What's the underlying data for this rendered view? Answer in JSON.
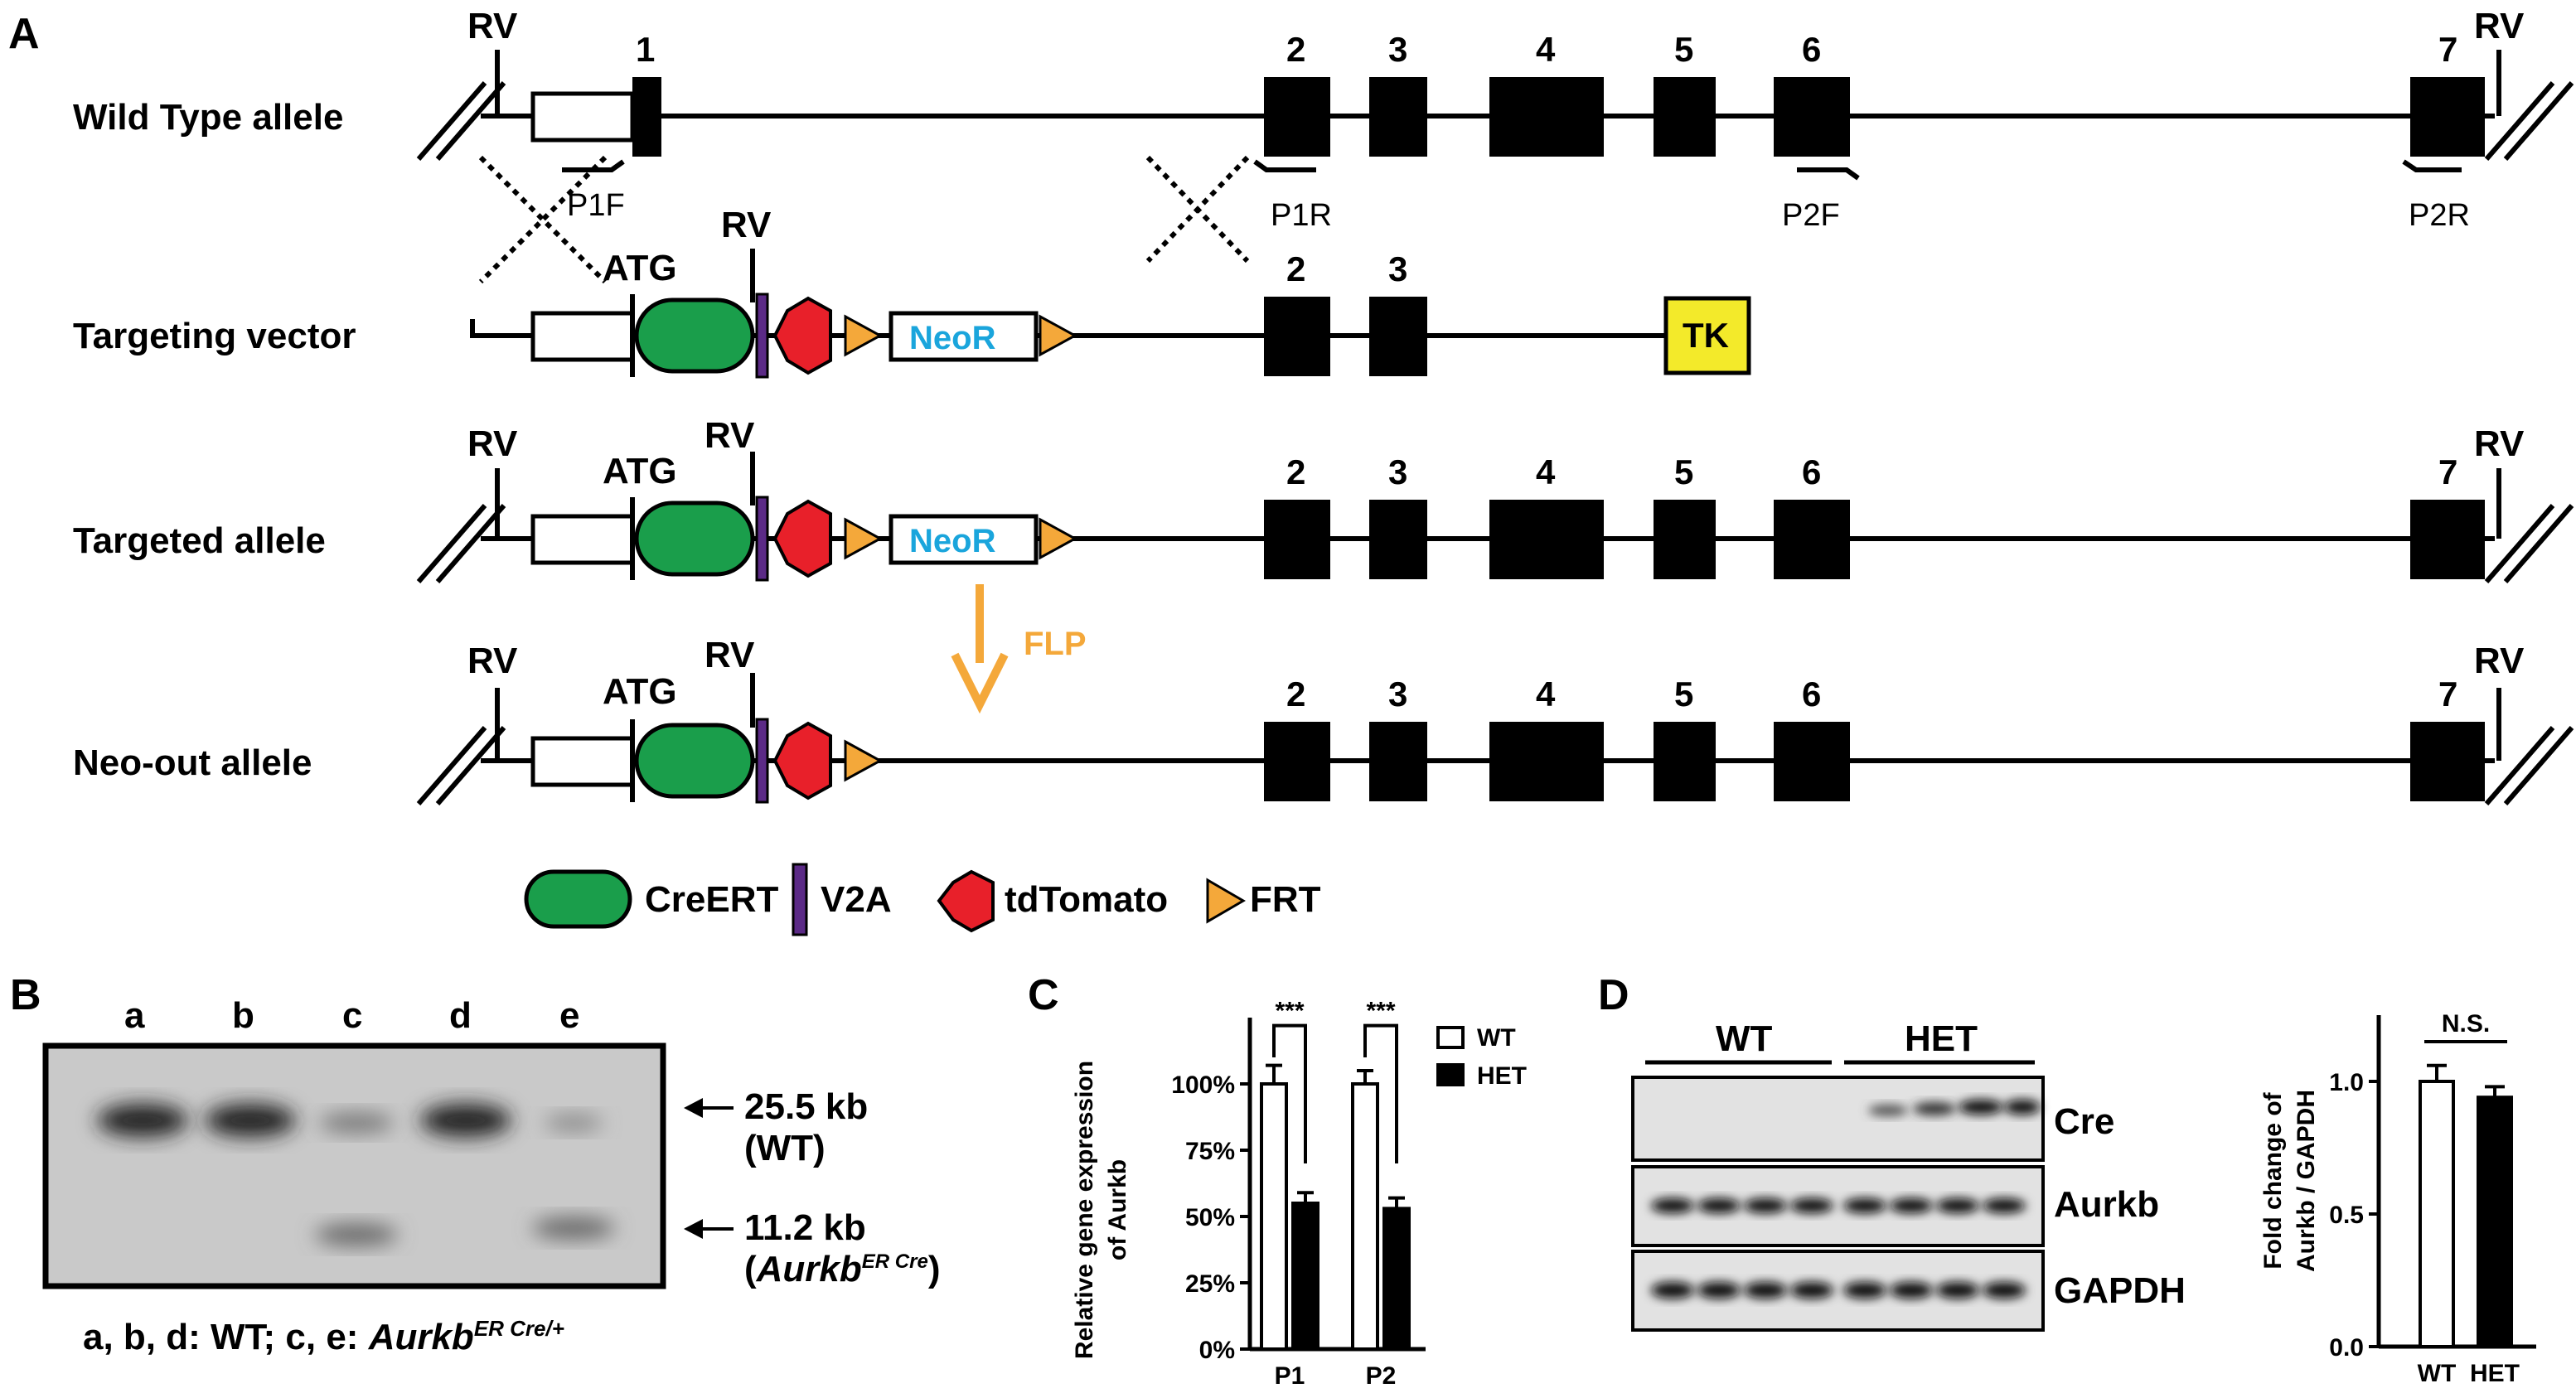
{
  "panel_a": {
    "label": "A",
    "rows": [
      {
        "name": "Wild Type allele"
      },
      {
        "name": "Targeting vector"
      },
      {
        "name": "Targeted allele"
      },
      {
        "name": "Neo-out allele"
      }
    ],
    "site_rv": "RV",
    "atg": "ATG",
    "neor": "NeoR",
    "tk": "TK",
    "flp": "FLP",
    "exons": [
      "1",
      "2",
      "3",
      "4",
      "5",
      "6",
      "7"
    ],
    "primers": [
      "P1F",
      "P1R",
      "P2F",
      "P2R"
    ],
    "legend": {
      "creert": "CreERT",
      "v2a": "V2A",
      "tdtomato": "tdTomato",
      "frt": "FRT"
    },
    "colors": {
      "creert": "#1a9e4b",
      "v2a": "#5b2a86",
      "tdtomato": "#e8202a",
      "frt": "#f4a83a",
      "neor_text": "#1aa5dc",
      "tk": "#f3ea2a",
      "flp": "#f4a83a"
    }
  },
  "panel_b": {
    "label": "B",
    "lanes": [
      "a",
      "b",
      "c",
      "d",
      "e"
    ],
    "band1_size": "25.5 kb",
    "band1_note": "(WT)",
    "band2_size": "11.2 kb",
    "band2_note_open": "(",
    "band2_gene": "Aurkb",
    "band2_sup": "ER Cre",
    "band2_note_close": ")",
    "caption_main": "a, b, d: WT; c, e: ",
    "caption_gene": "Aurkb",
    "caption_sup": "ER Cre/+"
  },
  "panel_c": {
    "label": "C",
    "legend_wt": "WT",
    "legend_het": "HET",
    "significance": "***",
    "ylabel_line1": "Relative gene expression",
    "ylabel_line2": "of Aurkb",
    "yticks": [
      "0%",
      "25%",
      "50%",
      "75%",
      "100%"
    ]
  },
  "panel_d": {
    "label": "D",
    "group_wt": "WT",
    "group_het": "HET",
    "blots": [
      "Cre",
      "Aurkb",
      "GAPDH"
    ],
    "significance": "N.S.",
    "ylabel_line1": "Fold change of",
    "ylabel_line2": "Aurkb / GAPDH",
    "yticks": [
      "0.0",
      "0.5",
      "1.0"
    ]
  },
  "chart_data": [
    {
      "type": "bar",
      "categories": [
        "P1",
        "P2"
      ],
      "series": [
        {
          "name": "WT",
          "values": [
            100,
            100
          ],
          "errors": [
            7,
            5
          ]
        },
        {
          "name": "HET",
          "values": [
            55,
            53
          ],
          "errors": [
            4,
            4
          ]
        }
      ],
      "ylim": [
        0,
        125
      ],
      "ylabel": "Relative gene expression of Aurkb"
    },
    {
      "type": "bar",
      "categories": [
        "WT",
        "HET"
      ],
      "values": [
        1.0,
        0.94
      ],
      "errors": [
        0.06,
        0.04
      ],
      "ylim": [
        0,
        1.25
      ],
      "ylabel": "Fold change of Aurkb / GAPDH"
    }
  ]
}
